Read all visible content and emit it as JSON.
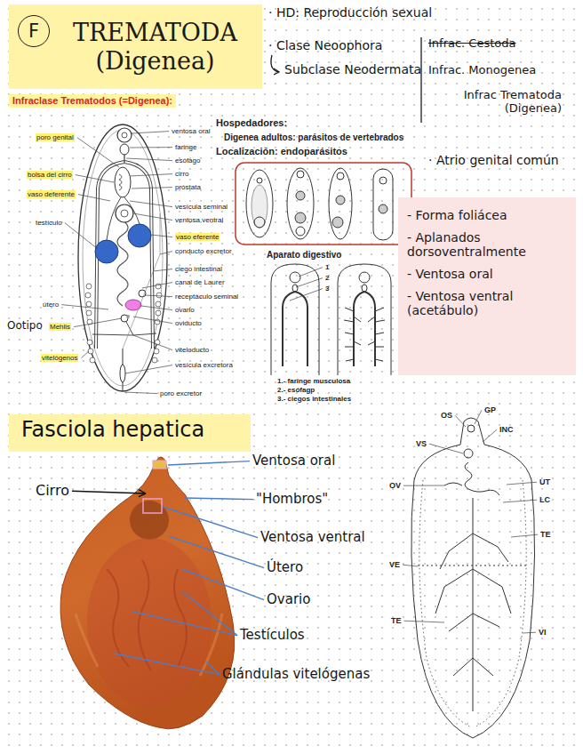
{
  "diagram": {
    "nodes": [
      {
        "text": [
          "TREMATODA (Digenea)"
        ]
      },
      {
        "text": [
          "F"
        ],
        "in": 0
      },
      {
        "text": [
          "Infraclase Trematodos (=Digenea):"
        ]
      },
      {
        "text": [
          "- Forma foliácea",
          "- Aplanados dorsoventralmente",
          "- Ventosa oral",
          "- Ventosa ventral (acetábulo)"
        ]
      },
      {
        "text": [
          "Fasciola hepatica"
        ]
      }
    ],
    "labels": [
      "· HD: Reproducción sexual",
      "· Clase Neoophora",
      "Subclase Neodermata",
      "Infrac. Cestoda",
      "Infrac. Monogenea",
      "Infrac Trematoda (Digenea)",
      "poro genital",
      "bolsa del cirro",
      "vaso deferente",
      "testículo",
      "útero",
      "Ootipo",
      "Mehlis",
      "vitelógenos",
      "ventosa oral",
      "faringe",
      "esófago",
      "cirro",
      "próstata",
      "vesícula seminal",
      "ventosa ventral",
      "vaso eferente",
      "conducto excretor",
      "ciego intestinal",
      "canal de Laurer",
      "receptáculo seminal",
      "ovario",
      "oviducto",
      "viteloducto",
      "vesícula excretora",
      "poro excretor",
      "Hospedadores:",
      "Digenea adultos: parásitos de vertebrados",
      "Localización: endoparásitos",
      "· Atrio genital común",
      "Aparato digestivo",
      "1",
      "2",
      "3",
      "1.- faringe musculosa",
      "2.- esófagp",
      "3.- ciegos intestinales",
      "Cirro",
      "Ventosa oral",
      "\"Hombros\"",
      "Ventosa ventral",
      "Útero",
      "Ovario",
      "Testículos",
      "Glándulas vitelógenas",
      "OS",
      "GP",
      "INC",
      "VS",
      "UT",
      "OV",
      "LC",
      "TE",
      "VE",
      "TE",
      "VI"
    ]
  }
}
